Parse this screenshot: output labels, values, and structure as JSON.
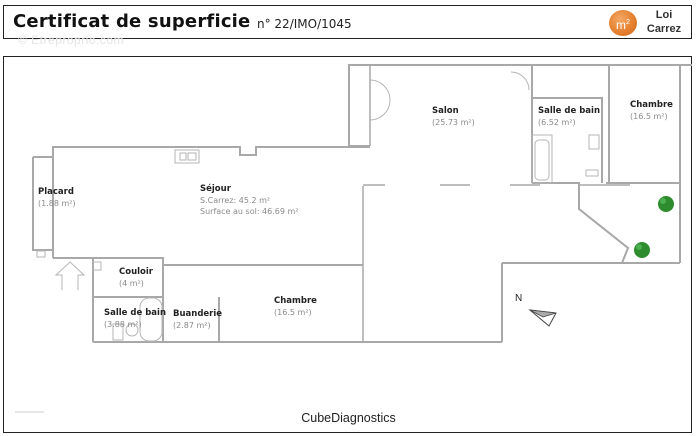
{
  "header": {
    "title": "Certificat de superficie",
    "certificate_number": "n° 22/IMO/1045",
    "badge_icon": "m²-icon",
    "badge_text": "m",
    "badge_sup": "2",
    "loi_line1": "Loi",
    "loi_line2": "Carrez",
    "brand_color": "#e5812f"
  },
  "watermark": "© Etreproprio.com",
  "plan": {
    "rooms": [
      {
        "name": "Placard",
        "area": "(1.88 m²)"
      },
      {
        "name": "Séjour",
        "area_carrez": "S.Carrez: 45.2 m²",
        "area_sol": "Surface au sol: 46.69 m²"
      },
      {
        "name": "Salon",
        "area": "(25.73 m²)"
      },
      {
        "name": "Salle de bain",
        "area": "(6.52 m²)"
      },
      {
        "name": "Chambre",
        "area": "(16.5 m²)"
      },
      {
        "name": "Couloir",
        "area": "(4 m²)"
      },
      {
        "name": "Salle de bain",
        "area": "(3.88 m²)"
      },
      {
        "name": "Buanderie",
        "area": "(2.87 m²)"
      },
      {
        "name": "Chambre",
        "area": "(16.5 m²)"
      }
    ],
    "north_label": "N",
    "plant_color": "#2e8b2e",
    "wall_color": "#a8a8a8"
  },
  "footer": {
    "company": "CubeDiagnostics"
  }
}
